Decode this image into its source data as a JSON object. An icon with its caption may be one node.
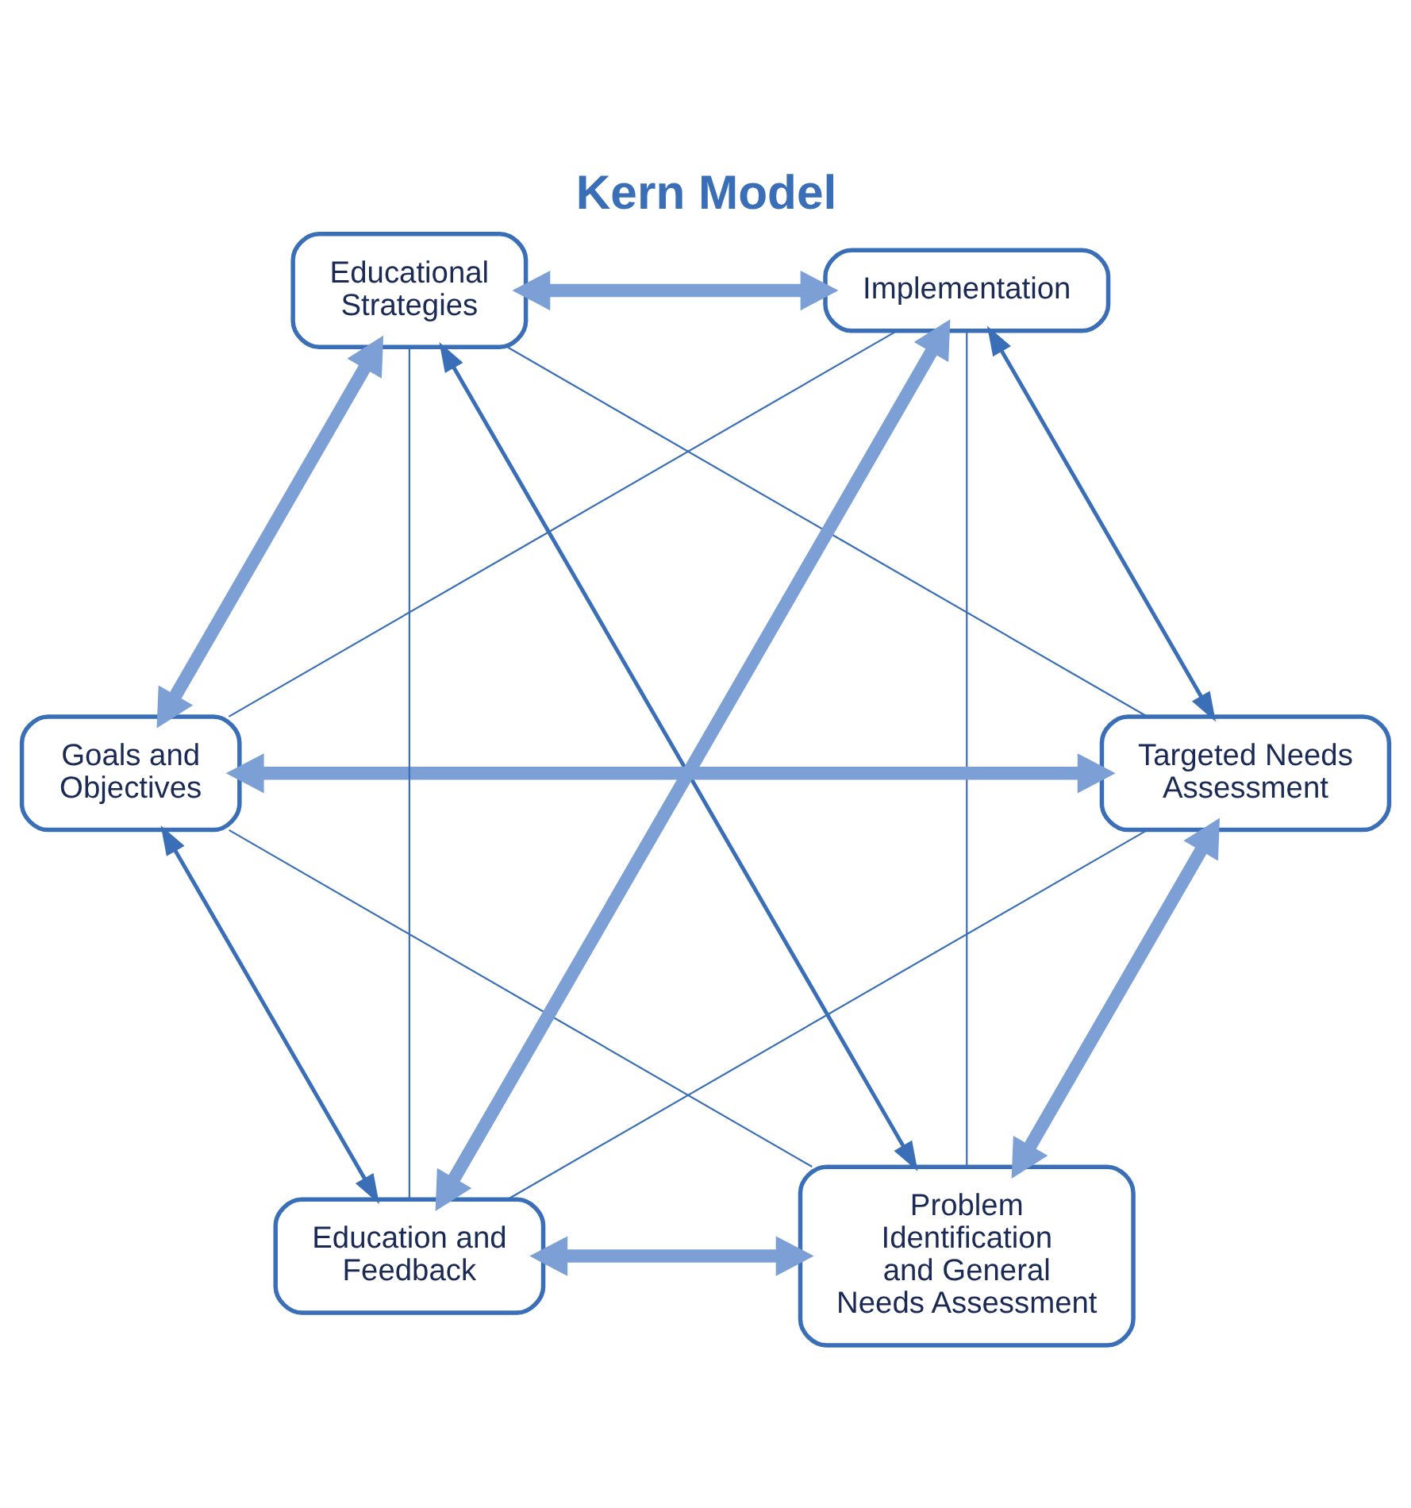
{
  "diagram": {
    "title": "Kern Model",
    "nodes": [
      {
        "text": [
          "Problem Identification and General Needs Assessment"
        ]
      },
      {
        "text": [
          "Targeted Needs Assessment"
        ]
      },
      {
        "text": [
          "Goals and Objectives"
        ]
      },
      {
        "text": [
          "Educational Strategies"
        ]
      },
      {
        "text": [
          "Implementation"
        ]
      },
      {
        "text": [
          "Education and Feedback"
        ]
      }
    ],
    "edges": [
      {
        "from": 0,
        "to": 1,
        "arrow": "both",
        "style": "thick",
        "color": "#7c9fd6"
      },
      {
        "from": 1,
        "to": 2,
        "arrow": "both",
        "style": "thick",
        "color": "#7c9fd6"
      },
      {
        "from": 2,
        "to": 3,
        "arrow": "both",
        "style": "thick",
        "color": "#7c9fd6"
      },
      {
        "from": 3,
        "to": 4,
        "arrow": "both",
        "style": "thick",
        "color": "#7c9fd6"
      },
      {
        "from": 4,
        "to": 5,
        "arrow": "both",
        "style": "thick",
        "color": "#7c9fd6"
      },
      {
        "from": 5,
        "to": 0,
        "arrow": "both",
        "style": "thick",
        "color": "#7c9fd6"
      },
      {
        "from": 0,
        "to": 3,
        "arrow": "both"
      },
      {
        "from": 5,
        "to": 2,
        "arrow": "both"
      },
      {
        "from": 4,
        "to": 1,
        "arrow": "both"
      },
      {
        "from": 0,
        "to": 4,
        "arrow": "none"
      },
      {
        "from": 4,
        "to": 2,
        "arrow": "none"
      },
      {
        "from": 2,
        "to": 0,
        "arrow": "none"
      },
      {
        "from": 5,
        "to": 1,
        "arrow": "none"
      },
      {
        "from": 1,
        "to": 3,
        "arrow": "none"
      },
      {
        "from": 3,
        "to": 5,
        "arrow": "none"
      }
    ]
  }
}
